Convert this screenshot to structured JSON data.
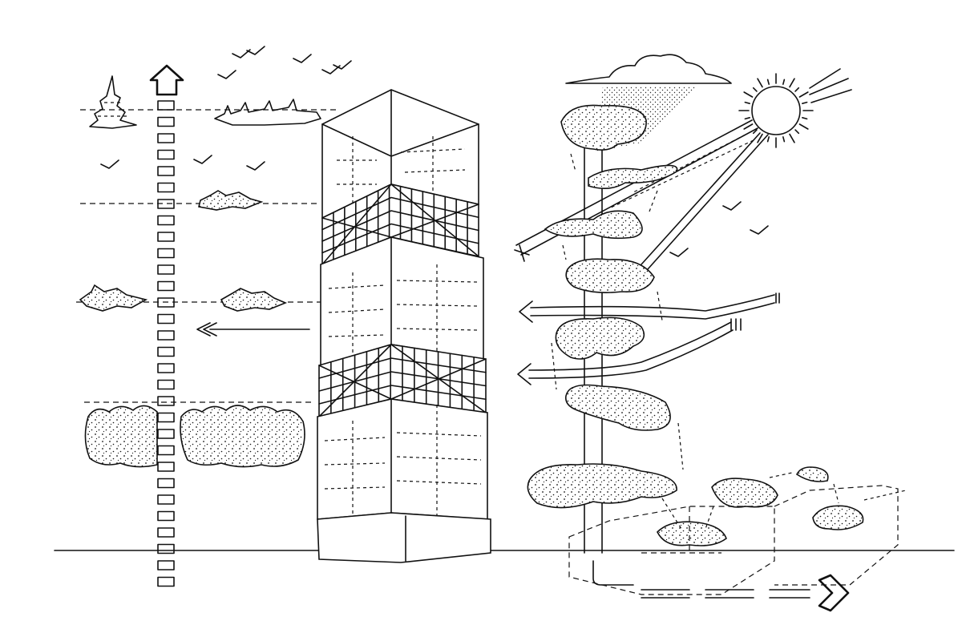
{
  "diagram": {
    "ink_color": "#111111",
    "paper_color": "#ffffff",
    "elements": {
      "height_scale": "vertical-scale-arrow",
      "tower": "modular-tower",
      "sun": "sun-icon",
      "cloud": "rain-cloud-icon",
      "birds": "bird-icon",
      "water_cycle": "stippled-pond-cascade",
      "ground": "ground-line"
    }
  }
}
